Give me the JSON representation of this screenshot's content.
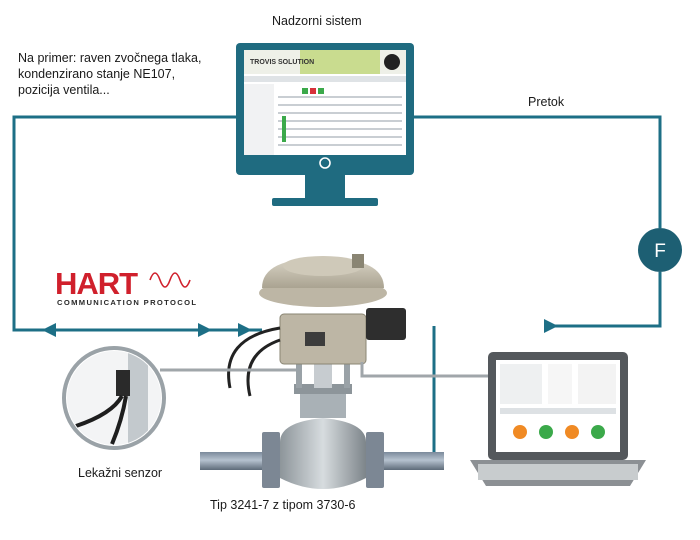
{
  "labels": {
    "system": "Nadzorni sistem",
    "example_lines": [
      "Na primer: raven zvočnega tlaka,",
      "kondenzirano stanje NE107,",
      "pozicija ventila..."
    ],
    "flow": "Pretok",
    "flow_meter_symbol": "F",
    "leak_sensor": "Lekažni senzor",
    "device_type": "Tip 3241-7 z tipom 3730-6"
  },
  "hart_logo": {
    "word": "HART",
    "subtitle": "COMMUNICATION PROTOCOL"
  },
  "monitor_screen": {
    "brand": "TROVIS SOLUTION"
  },
  "colors": {
    "loop_line": "#1d6f86",
    "device_teal": "#1f6b80",
    "hart_red": "#d0202c",
    "text": "#1a1a1a"
  },
  "icons": [
    "flow-meter-icon",
    "monitor-icon",
    "laptop-icon",
    "control-valve-icon",
    "leak-sensor-icon",
    "hart-logo-icon"
  ]
}
